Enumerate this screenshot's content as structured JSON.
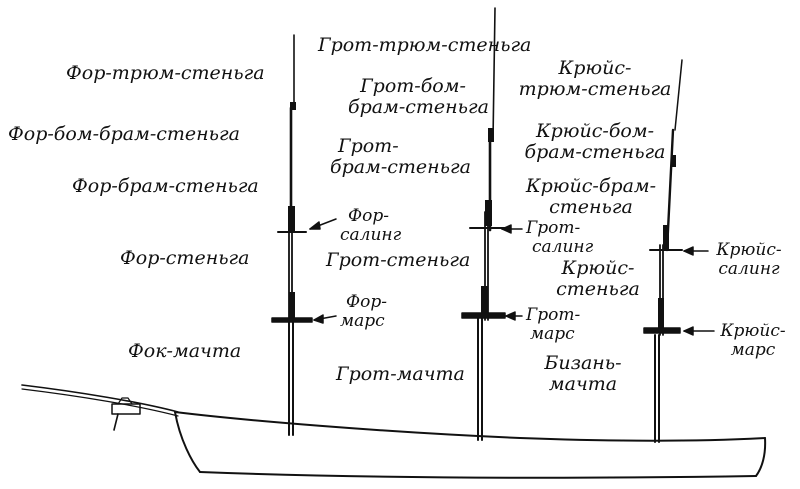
{
  "labels": {
    "fore_royal_topmast": "Фор-трюм-стеньга",
    "fore_topgallant_bom": "Фор-бом-брам-стеньга",
    "fore_topgallant": "Фор-брам-стеньга",
    "fore_topmast": "Фор-стеньга",
    "foremast": "Фок-мачта",
    "fore_crosstrees_1": "Фор-",
    "fore_crosstrees_2": "салинг",
    "fore_top_1": "Фор-",
    "fore_top_2": "марс",
    "main_royal_topmast": "Грот-трюм-стеньга",
    "main_bom_1": "Грот-бом-",
    "main_bom_2": "брам-стеньга",
    "main_topgallant_1": "Грот-",
    "main_topgallant_2": "брам-стеньга",
    "main_topmast": "Грот-стеньга",
    "mainmast": "Грот-мачта",
    "main_crosstrees_1": "Грот-",
    "main_crosstrees_2": "салинг",
    "main_top_1": "Грот-",
    "main_top_2": "марс",
    "mizzen_royal_1": "Крюйс-",
    "mizzen_royal_2": "трюм-стеньга",
    "mizzen_bom_1": "Крюйс-бом-",
    "mizzen_bom_2": "брам-стеньга",
    "mizzen_topgallant_1": "Крюйс-брам-",
    "mizzen_topgallant_2": "стеньга",
    "mizzen_topmast_1": "Крюйс-",
    "mizzen_topmast_2": "стеньга",
    "mizzenmast_1": "Бизань-",
    "mizzenmast_2": "мачта",
    "mizzen_crosstrees_1": "Крюйс-",
    "mizzen_crosstrees_2": "салинг",
    "mizzen_top_1": "Крюйс-",
    "mizzen_top_2": "марс"
  },
  "colors": {
    "ink": "#111111",
    "paper": "#ffffff"
  }
}
